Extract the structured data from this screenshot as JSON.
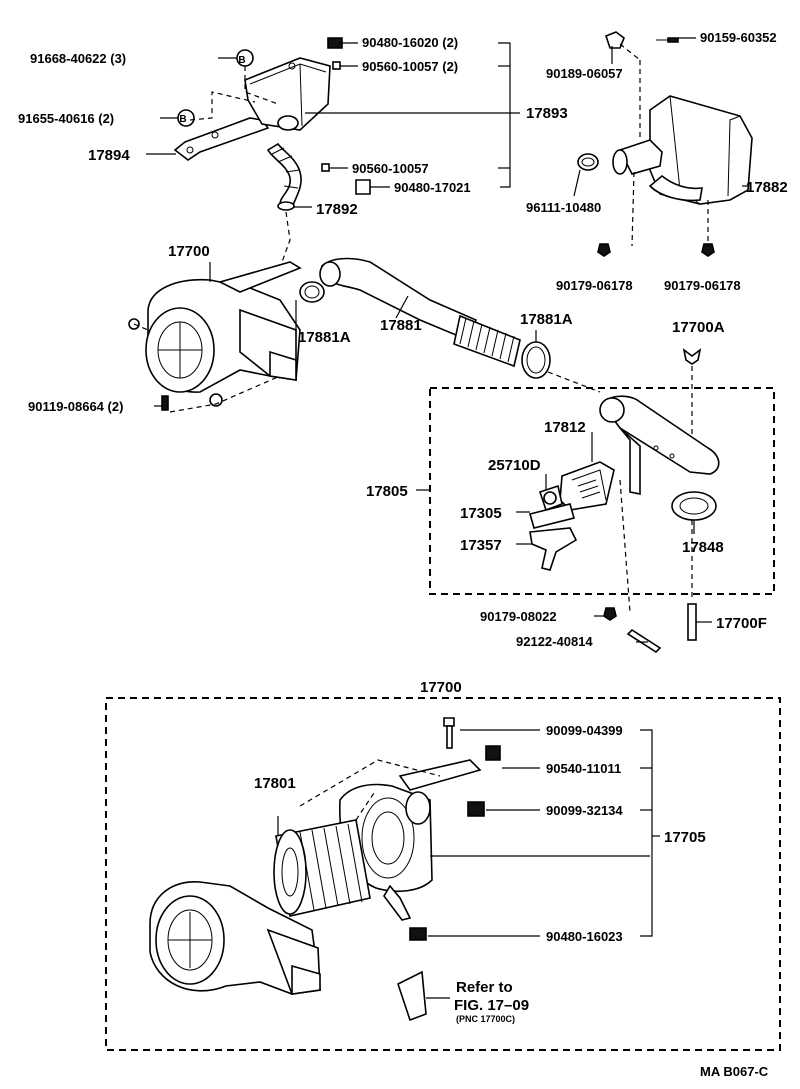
{
  "labels": {
    "p91668": "91668-40622 (3)",
    "p91655": "91655-40616 (2)",
    "p17894": "17894",
    "p90480_16020": "90480-16020 (2)",
    "p90560_10057b": "90560-10057 (2)",
    "p17893": "17893",
    "p90560_10057": "90560-10057",
    "p90480_17021": "90480-17021",
    "p17892": "17892",
    "p90159": "90159-60352",
    "p90189": "90189-06057",
    "p96111": "96111-10480",
    "p17882": "17882",
    "p90179_06178a": "90179-06178",
    "p90179_06178b": "90179-06178",
    "p17700_top": "17700",
    "p17881A_a": "17881A",
    "p17881": "17881",
    "p17881A_b": "17881A",
    "p17700A": "17700A",
    "p90119": "90119-08664 (2)",
    "p17812": "17812",
    "p25710D": "25710D",
    "p17805": "17805",
    "p17305": "17305",
    "p17357": "17357",
    "p17848": "17848",
    "p90179_08022": "90179-08022",
    "p92122": "92122-40814",
    "p17700F": "17700F",
    "p17700_bot": "17700",
    "p90099_04399": "90099-04399",
    "p90540": "90540-11011",
    "p17801": "17801",
    "p90099_32134": "90099-32134",
    "p17705": "17705",
    "p90480_16023": "90480-16023",
    "refer_line1": "Refer to",
    "refer_line2": "FIG. 17–09",
    "refer_line3": "(PNC 17700C)",
    "code": "MA B067-C",
    "callout_b1": "B",
    "callout_b2": "B"
  }
}
